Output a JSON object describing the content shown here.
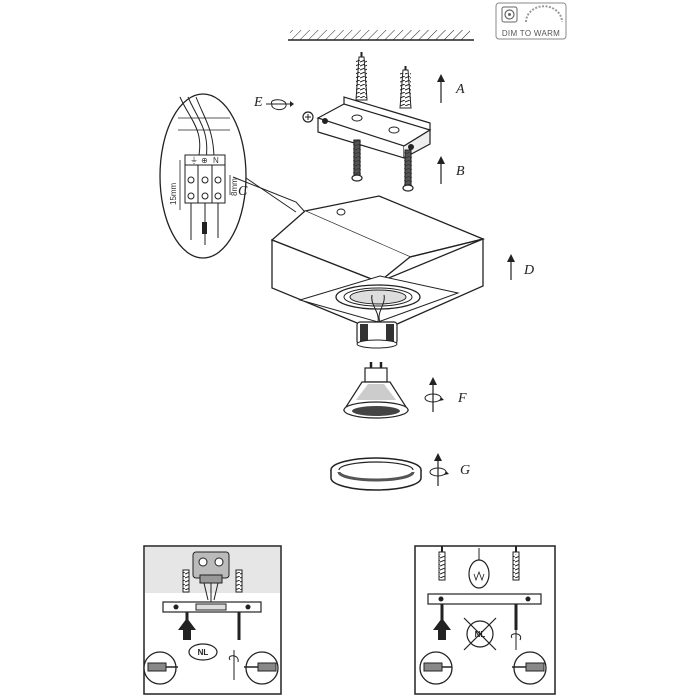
{
  "badge": {
    "text": "DIM TO WARM"
  },
  "labels": {
    "A": "A",
    "B": "B",
    "C": "C",
    "D": "D",
    "E": "E",
    "F": "F",
    "G": "G"
  },
  "detail": {
    "strip_length": "15mm",
    "strip_short": "8mm",
    "terminals": [
      "⏚",
      "⊕",
      "N"
    ]
  },
  "panel_left": {
    "badge": "NL"
  },
  "panel_right": {
    "badge": "NL"
  },
  "colors": {
    "line": "#222222",
    "panel_bg": "#f4f4f4",
    "gray": "#888888"
  }
}
